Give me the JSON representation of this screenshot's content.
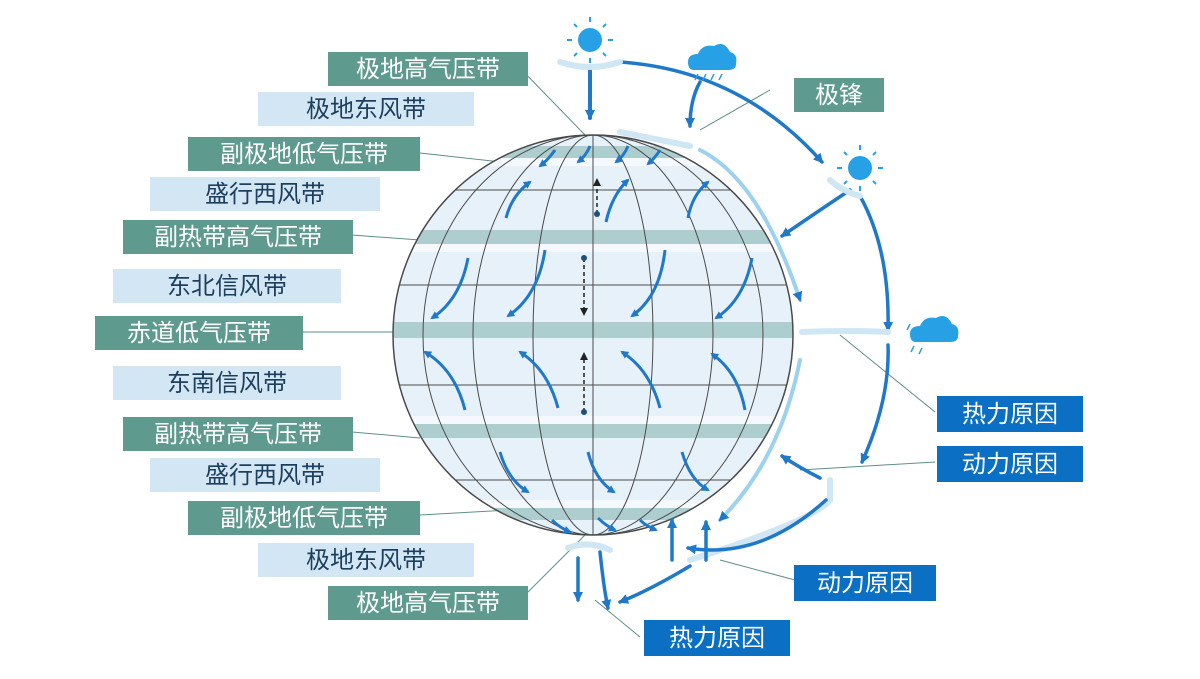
{
  "labels": {
    "polar_high_n": "极地高气压带",
    "polar_east_n": "极地东风带",
    "subpolar_low_n": "副极地低气压带",
    "westerly_n": "盛行西风带",
    "subtropical_high_n": "副热带高气压带",
    "ne_trade": "东北信风带",
    "equatorial_low": "赤道低气压带",
    "se_trade": "东南信风带",
    "subtropical_high_s": "副热带高气压带",
    "westerly_s": "盛行西风带",
    "subpolar_low_s": "副极地低气压带",
    "polar_east_s": "极地东风带",
    "polar_high_s": "极地高气压带",
    "polar_front": "极锋"
  },
  "causes": {
    "thermal_1": "热力原因",
    "dynamic_1": "动力原因",
    "dynamic_2": "动力原因",
    "thermal_2": "热力原因"
  },
  "colors": {
    "pressure_box": "#5f9a8f",
    "wind_box": "#d3e6f4",
    "cause_box": "#0b70c3",
    "arrow": "#1f78c8",
    "globe": "#e6f1fa",
    "belt": "#9fc4c4"
  },
  "icons": {
    "sun": "sun-icon",
    "rain": "rain-cloud-icon"
  }
}
